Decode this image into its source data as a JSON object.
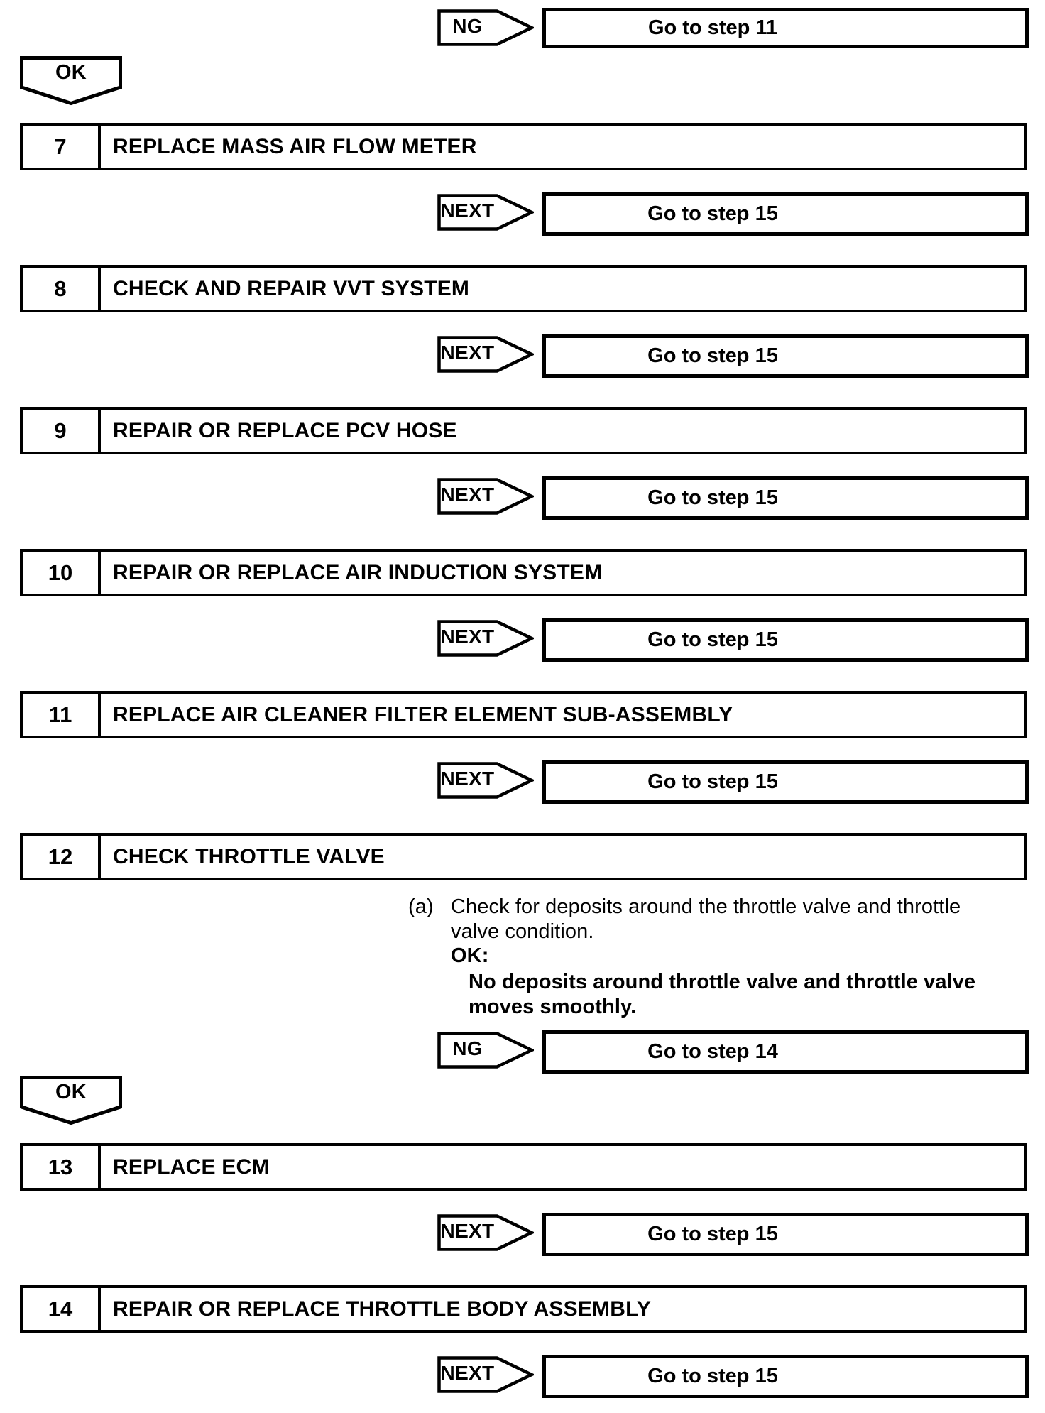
{
  "page": {
    "background": "#ffffff",
    "ink": "#000000"
  },
  "flow": {
    "top_branch": {
      "label": "NG",
      "target": "Go to step 11"
    },
    "ok_connectors": [
      {
        "label": "OK"
      },
      {
        "label": "OK"
      }
    ],
    "steps": [
      {
        "number": "7",
        "title": "REPLACE MASS AIR FLOW METER",
        "connector": "NEXT",
        "target": "Go to step 15"
      },
      {
        "number": "8",
        "title": "CHECK AND REPAIR VVT SYSTEM",
        "connector": "NEXT",
        "target": "Go to step 15"
      },
      {
        "number": "9",
        "title": "REPAIR OR REPLACE PCV HOSE",
        "connector": "NEXT",
        "target": "Go to step 15"
      },
      {
        "number": "10",
        "title": "REPAIR OR REPLACE AIR INDUCTION SYSTEM",
        "connector": "NEXT",
        "target": "Go to step 15"
      },
      {
        "number": "11",
        "title": "REPLACE AIR CLEANER FILTER ELEMENT SUB-ASSEMBLY",
        "connector": "NEXT",
        "target": "Go to step 15"
      },
      {
        "number": "12",
        "title": "CHECK THROTTLE VALVE"
      },
      {
        "number": "13",
        "title": "REPLACE ECM",
        "connector": "NEXT",
        "target": "Go to step 15"
      },
      {
        "number": "14",
        "title": "REPAIR OR REPLACE THROTTLE BODY ASSEMBLY",
        "connector": "NEXT",
        "target": "Go to step 15"
      }
    ],
    "step12_detail": {
      "item_label": "(a)",
      "lines": [
        "Check for deposits around the throttle valve and throttle",
        "valve condition.",
        "OK:",
        "No deposits around throttle valve and throttle valve",
        "moves smoothly."
      ]
    },
    "step12_branch": {
      "label": "NG",
      "target": "Go to step 14"
    }
  }
}
